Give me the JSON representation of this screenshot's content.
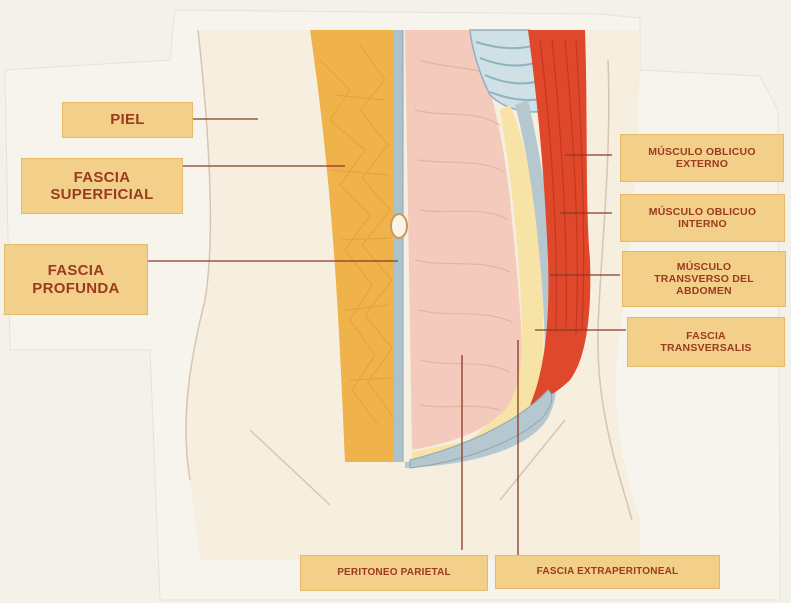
{
  "labels": {
    "piel": "PIEL",
    "fascia_superficial": "FASCIA\nSUPERFICIAL",
    "fascia_profunda": "FASCIA\nPROFUNDA",
    "musculo_oblicuo_externo": "MÚSCULO OBLICUO\nEXTERNO",
    "musculo_oblicuo_interno": "MÚSCULO OBLICUO\nINTERNO",
    "musculo_transverso": "MÚSCULO\nTRANSVERSO DEL\nABDOMEN",
    "fascia_transversalis": "FASCIA\nTRANSVERSALIS",
    "peritoneo_parietal": "PERITONEO PARIETAL",
    "fascia_extraperitoneal": "FASCIA EXTRAPERITONEAL"
  },
  "colors": {
    "label_bg": "#f3d089",
    "label_text": "#9a3a1f",
    "fat": "#f0b24a",
    "muscle": "#e0482c",
    "viscera": "#f3cabb",
    "fascia": "#a9c2cc",
    "skin": "#f6eedf"
  }
}
